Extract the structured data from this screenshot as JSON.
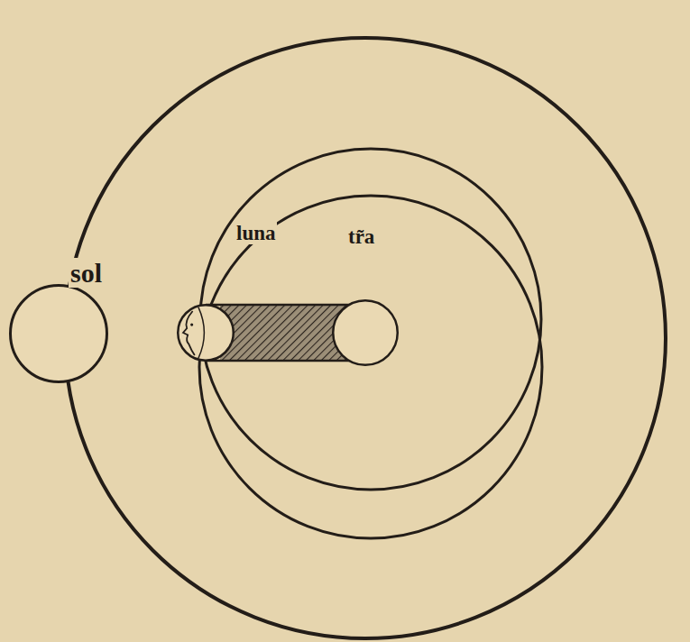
{
  "diagram": {
    "nodes": [
      {
        "text": [
          "sol"
        ]
      },
      {
        "text": [
          "luna"
        ]
      },
      {
        "text": [
          "tr̃a"
        ]
      }
    ],
    "edges": [
      {
        "from": 1,
        "to": 2,
        "arrow": "none"
      }
    ]
  }
}
